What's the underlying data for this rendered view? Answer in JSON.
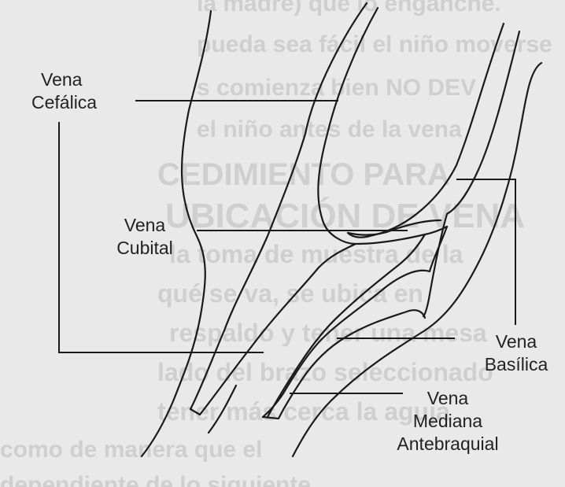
{
  "labels": {
    "cefalica": [
      "Vena",
      "Cefálica"
    ],
    "cubital": [
      "Vena",
      "Cubital"
    ],
    "basilica": [
      "Vena",
      "Basílica"
    ],
    "mediana": [
      "Vena",
      "Mediana",
      "Antebraquial"
    ]
  },
  "colors": {
    "background": "#e9e9e9",
    "line": "#1a1a1a",
    "label_text": "#222222",
    "faded_text": "#cfcfcf"
  }
}
